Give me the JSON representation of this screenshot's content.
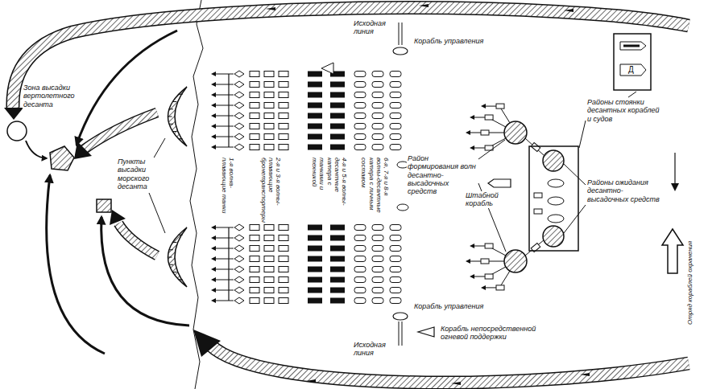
{
  "diagram": {
    "nodes": [
      {
        "text": [
          "Зона высадки вертолетного десанта"
        ]
      },
      {
        "text": [
          "Корабль управления"
        ]
      },
      {
        "text": [
          "Корабль управления"
        ]
      },
      {
        "text": [
          "Корабль непосредственной огневой поддержки"
        ]
      },
      {
        "text": [
          "Штабной корабль"
        ]
      }
    ],
    "labels": [
      "Пункты высадки морского десанта",
      "1-я волна-плавающие танки",
      "2-я и 3-я волны-плавающие бронетранспортеры",
      "4-я и 5-я волны-десантные катера с танками и техникой",
      "6-я, 7-я и 8-я волны-десантные катера с личным составом",
      "Исходная линия",
      "Исходная линия",
      "Район формирования волн десантно-высадочных средств",
      "Районы стоянки десантных кораблей и судов",
      "Районы ожидания десантно-высадочных средств",
      "Отряд кораблей охранения",
      "Д"
    ]
  }
}
